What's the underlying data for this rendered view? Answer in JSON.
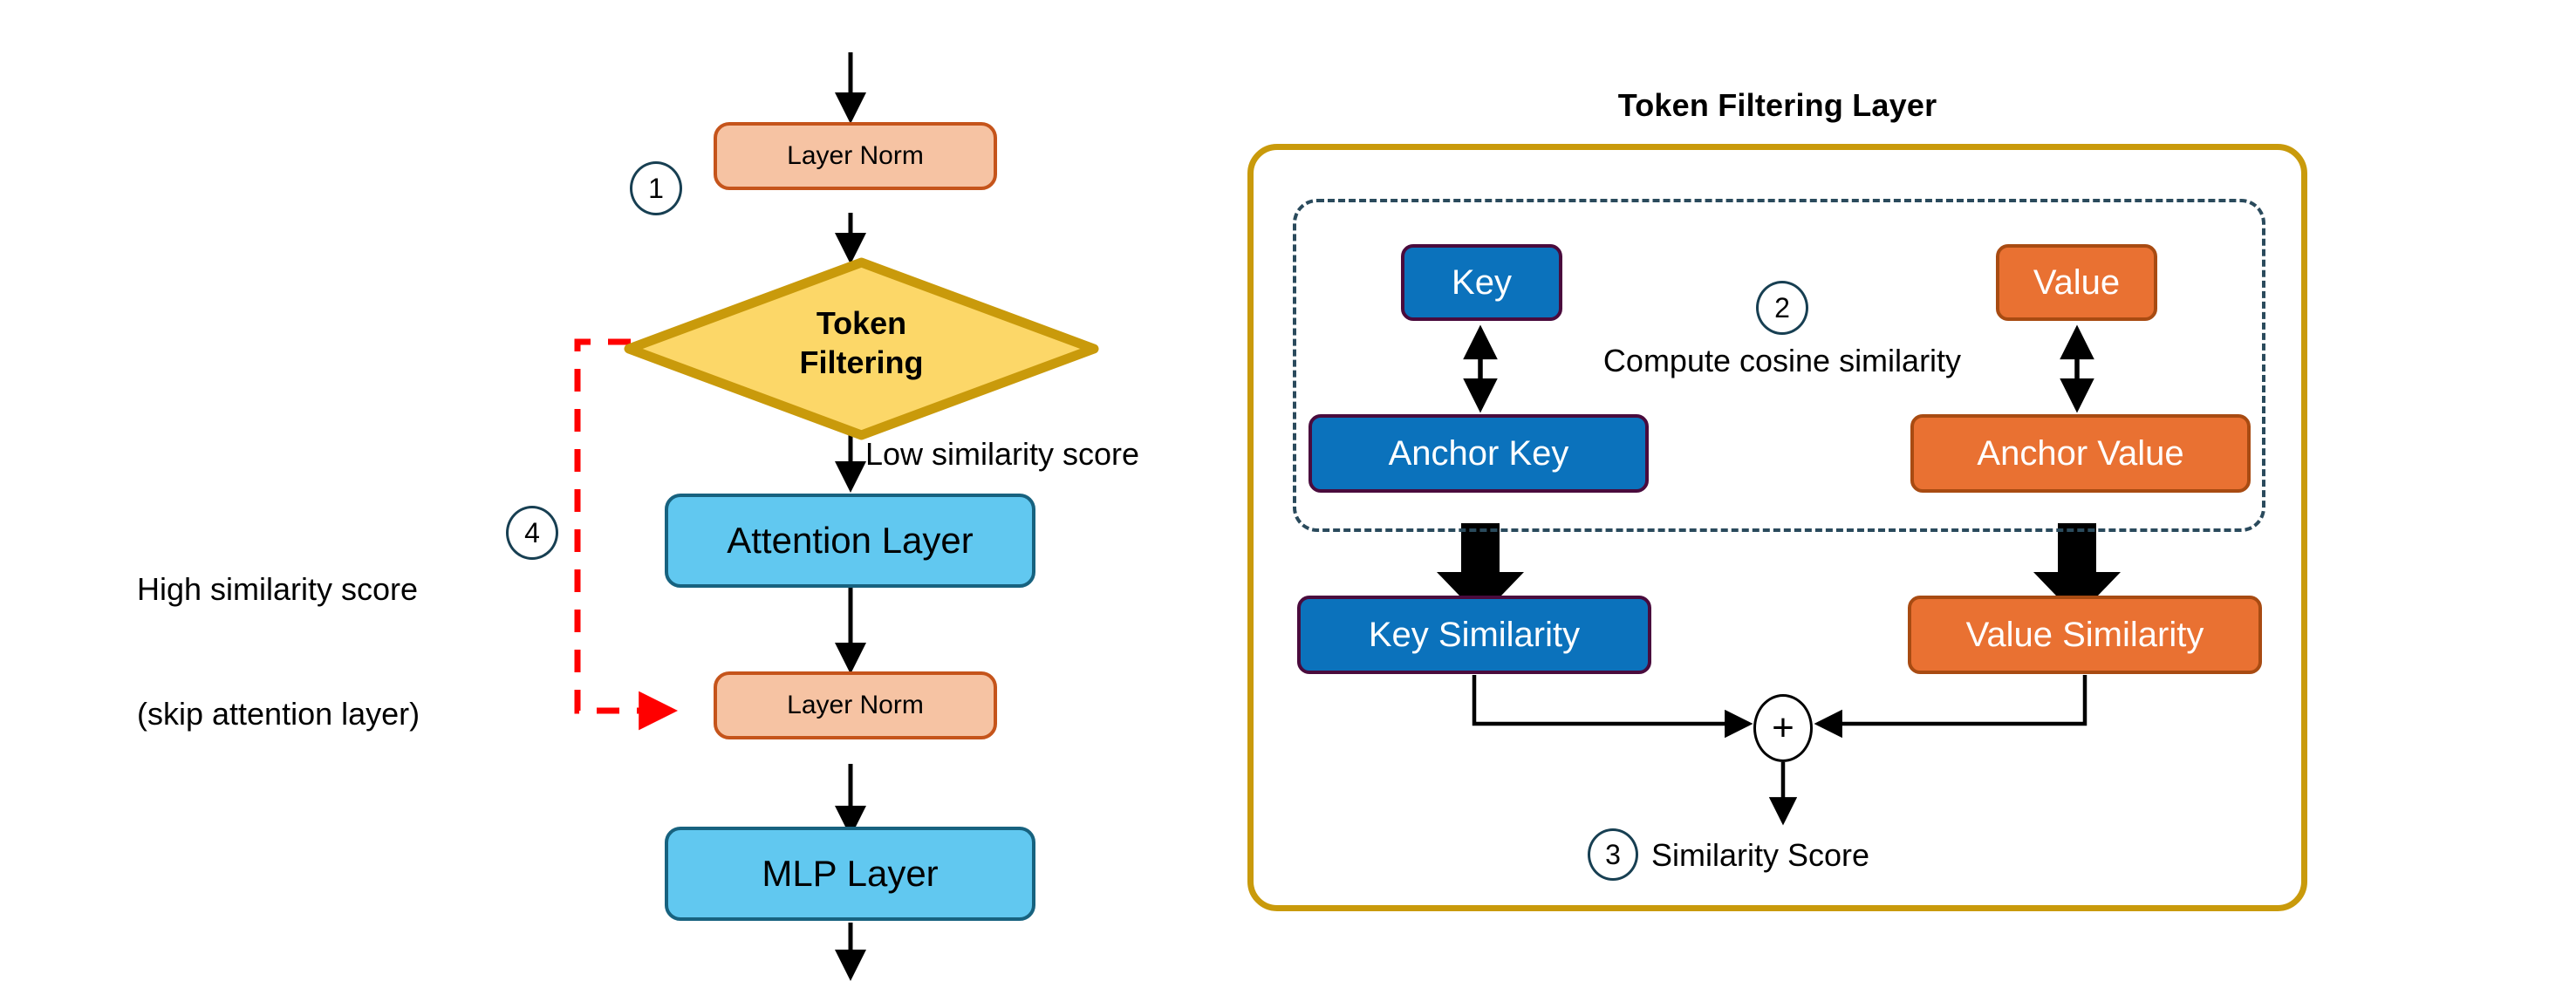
{
  "left_flow": {
    "step1_badge": "1",
    "step4_badge": "4",
    "layer_norm_top": "Layer Norm",
    "token_filtering_line1": "Token",
    "token_filtering_line2": "Filtering",
    "low_similarity_label": "Low similarity score",
    "high_similarity_line1": "High similarity score",
    "high_similarity_line2": "(skip attention layer)",
    "attention_layer": "Attention Layer",
    "layer_norm_bottom": "Layer Norm",
    "mlp_layer": "MLP Layer"
  },
  "right_panel": {
    "title": "Token Filtering Layer",
    "step2_badge": "2",
    "step3_badge": "3",
    "compute_label": "Compute cosine similarity",
    "key": "Key",
    "value": "Value",
    "anchor_key": "Anchor Key",
    "anchor_value": "Anchor Value",
    "key_similarity": "Key Similarity",
    "value_similarity": "Value Similarity",
    "plus_operator": "+",
    "similarity_score": "Similarity Score"
  },
  "colors": {
    "layer_norm_fill": "#F6C3A3",
    "layer_norm_stroke": "#C5541B",
    "blue_fill": "#61C8F0",
    "blue_stroke": "#17627F",
    "diamond_fill": "#FCD768",
    "diamond_stroke": "#C99A0B",
    "key_fill": "#0B72BC",
    "key_stroke": "#4A0B3D",
    "value_fill": "#E97132",
    "value_stroke": "#A84B12",
    "panel_stroke": "#C99A0B",
    "dashed_stroke": "#2A4A5C",
    "skip_arrow": "#FF0000",
    "arrow": "#000000"
  }
}
